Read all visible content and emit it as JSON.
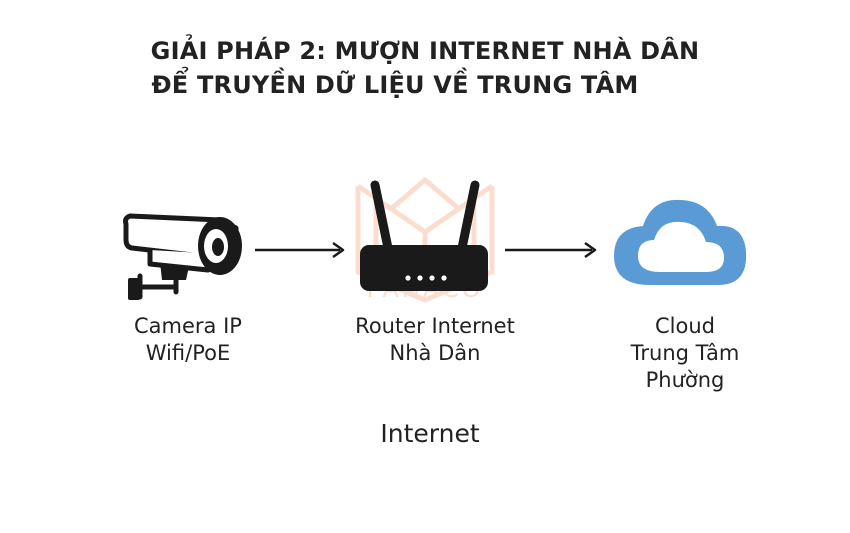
{
  "title": {
    "line1": "GIẢI PHÁP 2: MƯỢN INTERNET NHÀ DÂN",
    "line2": "ĐỂ TRUYỀN DỮ LIỆU VỀ TRUNG TÂM"
  },
  "nodes": {
    "camera": {
      "line1": "Camera IP",
      "line2": "Wifi/PoE",
      "icon": "security-camera-icon"
    },
    "router": {
      "line1": "Router Internet",
      "line2": "Nhà Dân",
      "icon": "router-icon"
    },
    "cloud": {
      "line1": "Cloud",
      "line2": "Trung Tâm",
      "line3": "Phường",
      "icon": "cloud-icon",
      "color": "#5b9bd5"
    }
  },
  "bottom_label": "Internet",
  "watermark": {
    "text": "PANACO",
    "color": "#f4a07a"
  }
}
